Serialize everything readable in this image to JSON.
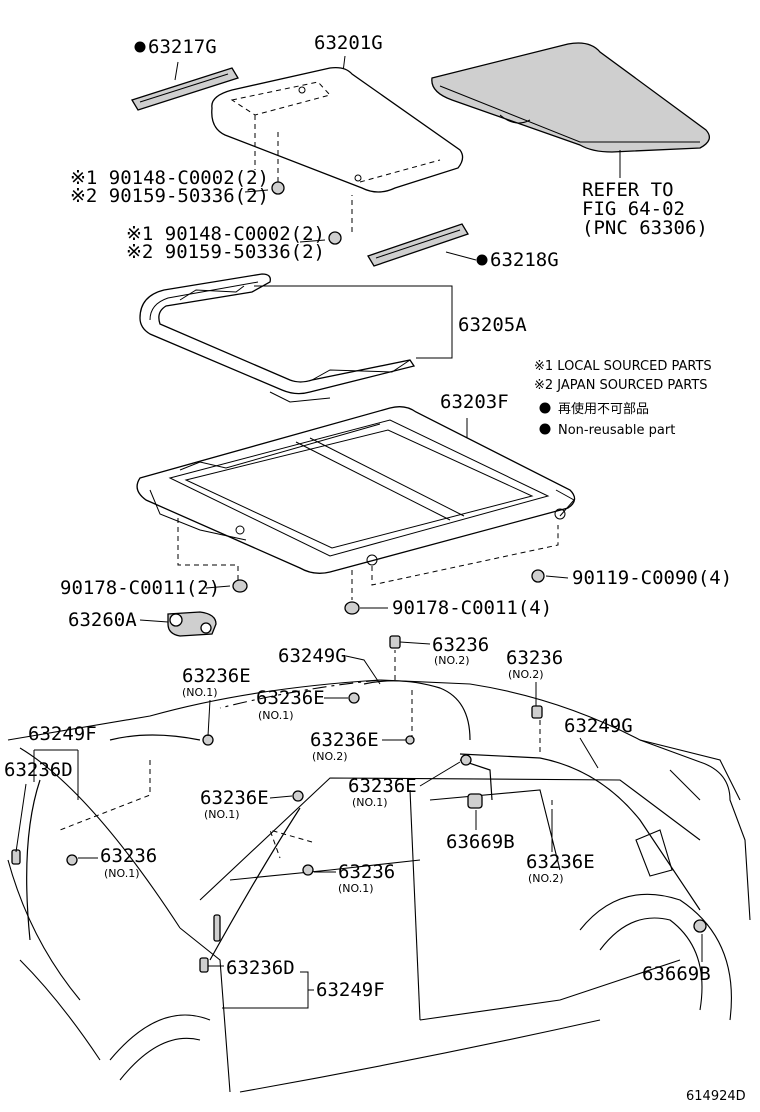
{
  "labels": {
    "p63217G": "63217G",
    "p63201G": "63201G",
    "refer_1": "REFER TO",
    "refer_2": "FIG 64-02",
    "refer_3": "(PNC 63306)",
    "bolt1_a": "※1 90148-C0002(2)",
    "bolt1_b": "※2 90159-50336(2)",
    "bolt2_a": "※1 90148-C0002(2)",
    "bolt2_b": "※2 90159-50336(2)",
    "p63218G": "63218G",
    "p63205A": "63205A",
    "p63203F": "63203F",
    "p90178_left": "90178-C0011(2)",
    "p90178_right": "90178-C0011(4)",
    "p90119": "90119-C0090(4)",
    "p63260A": "63260A",
    "p63249G_top": "63249G",
    "p63236_top": "63236",
    "p63236_top_sub": "(NO.2)",
    "p63236_right": "63236",
    "p63236_right_sub": "(NO.2)",
    "p63249G_right": "63249G",
    "p63236E_a": "63236E",
    "p63236E_a_sub": "(NO.1)",
    "p63236E_b": "63236E",
    "p63236E_b_sub": "(NO.1)",
    "p63236E_c": "63236E",
    "p63236E_c_sub": "(NO.2)",
    "p63249F_top": "63249F",
    "p63236D_top": "63236D",
    "p63236E_d": "63236E",
    "p63236E_d_sub": "(NO.1)",
    "p63236E_e": "63236E",
    "p63236E_e_sub": "(NO.1)",
    "p63236_mid": "63236",
    "p63236_mid_sub": "(NO.1)",
    "p63669B_mid": "63669B",
    "p63236E_f": "63236E",
    "p63236E_f_sub": "(NO.2)",
    "p63236_left": "63236",
    "p63236_left_sub": "(NO.1)",
    "p63236D_bottom": "63236D",
    "p63249F_bottom": "63249F",
    "p63669B_right": "63669B",
    "figure_id": "614924D"
  },
  "legend": {
    "note1": "※1 LOCAL SOURCED PARTS",
    "note2": "※2 JAPAN SOURCED PARTS",
    "note3": "再使用不可部品",
    "note4": "Non-reusable part"
  }
}
